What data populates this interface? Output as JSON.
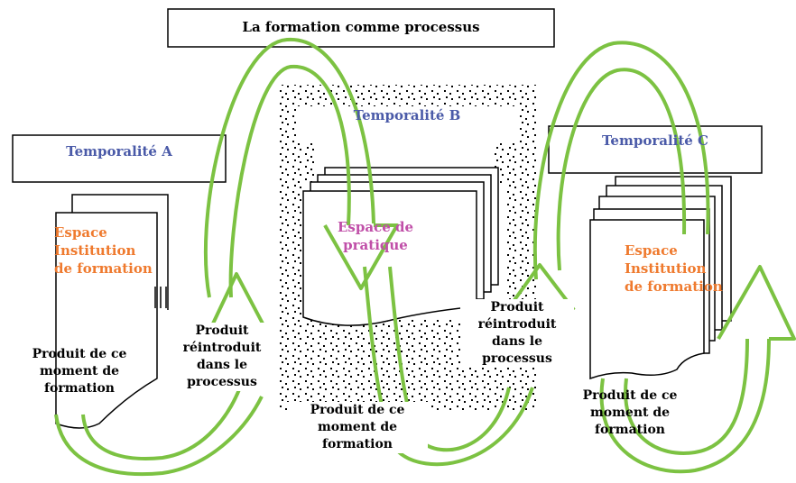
{
  "title": "La formation comme processus",
  "temporalites": {
    "a": "Temporalité A",
    "b": "Temporalité B",
    "c": "Temporalité C"
  },
  "espaces": {
    "a": [
      "Espace",
      "Institution",
      "de formation"
    ],
    "b": [
      "Espace de",
      "pratique"
    ],
    "c": [
      "Espace",
      "Institution",
      "de formation"
    ]
  },
  "produits": {
    "a_moment": [
      "Produit de ce",
      "moment de",
      "formation"
    ],
    "reintroduit_1": [
      "Produit",
      "réintroduit",
      "dans le",
      "processus"
    ],
    "b_moment": [
      "Produit de ce",
      "moment de",
      "formation"
    ],
    "reintroduit_2": [
      "Produit",
      "réintroduit",
      "dans le",
      "processus"
    ],
    "c_moment": [
      "Produit de ce",
      "moment de",
      "formation"
    ]
  },
  "colors": {
    "arrow_green": "#7cc242",
    "temporalite_blue": "#4a5aa8",
    "espace_orange": "#ef7a2e",
    "pratique_magenta": "#c04fa8"
  }
}
